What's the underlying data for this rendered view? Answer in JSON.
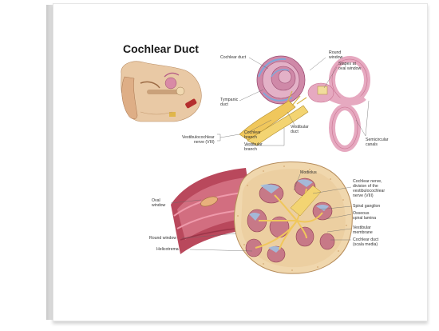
{
  "title": "Cochlear Duct",
  "labels": {
    "cochlear_duct": "Cochlear duct",
    "round_window": "Round\nwindow",
    "stapes_at_oval_window": "Stapes at\noval window",
    "tympanic_duct": "Tympanic\nduct",
    "cochlear_branch": "Cochlear\nbranch",
    "vestibular_duct": "Vestibular\nduct",
    "semicircular_canals": "Semicircular\ncanals",
    "vestibulocochlear_nerve": "Vestibulocochlear\nnerve (VIII)",
    "vestibular_branch": "Vestibular\nbranch",
    "modiolus": "Modiolus",
    "cochlear_nerve_division": "Cochlear nerve,\ndivision of the\nvestibulocochlear\nnerve (VIII)",
    "oval_window": "Oval\nwindow",
    "spiral_ganglion": "Spiral ganglion",
    "osseous_spiral_lamina": "Osseous\nspiral lamina",
    "vestibular_membrane": "Vestibular\nmembrane",
    "round_window_lower": "Round window",
    "helicotrema": "Helicotrema",
    "cochlear_duct_scala_media": "Cochlear duct\n(scala media)"
  }
}
